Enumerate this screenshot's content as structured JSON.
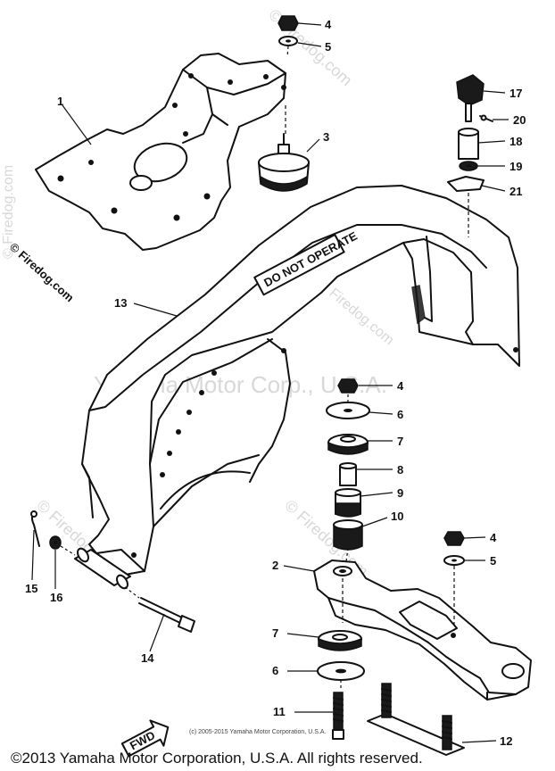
{
  "watermarks": {
    "diag_top": "© Firedog.com",
    "left_vertical": "© Firedog.com",
    "center": "Yamaha Motor Corp., U.S.A.",
    "lower_left": "© Firedog.com",
    "lower_right": "© Firedog.com",
    "mid_right": "Firedog.com"
  },
  "decal_text": "DO NOT OPERATE",
  "fwd_text": "FWD",
  "small_copyright": "(c) 2005-2015 Yamaha Motor Corporation, U.S.A.",
  "footer_copyright": "©2013 Yamaha Motor Corporation, U.S.A. All rights reserved.",
  "callouts": [
    {
      "id": "c1",
      "label": "1"
    },
    {
      "id": "c2",
      "label": "2"
    },
    {
      "id": "c3",
      "label": "3"
    },
    {
      "id": "c4a",
      "label": "4"
    },
    {
      "id": "c5a",
      "label": "5"
    },
    {
      "id": "c4b",
      "label": "4"
    },
    {
      "id": "c6a",
      "label": "6"
    },
    {
      "id": "c7a",
      "label": "7"
    },
    {
      "id": "c8",
      "label": "8"
    },
    {
      "id": "c9",
      "label": "9"
    },
    {
      "id": "c10",
      "label": "10"
    },
    {
      "id": "c4c",
      "label": "4"
    },
    {
      "id": "c5b",
      "label": "5"
    },
    {
      "id": "c7b",
      "label": "7"
    },
    {
      "id": "c6b",
      "label": "6"
    },
    {
      "id": "c11",
      "label": "11"
    },
    {
      "id": "c12",
      "label": "12"
    },
    {
      "id": "c13",
      "label": "13"
    },
    {
      "id": "c14",
      "label": "14"
    },
    {
      "id": "c15",
      "label": "15"
    },
    {
      "id": "c16",
      "label": "16"
    },
    {
      "id": "c17",
      "label": "17"
    },
    {
      "id": "c18",
      "label": "18"
    },
    {
      "id": "c19",
      "label": "19"
    },
    {
      "id": "c20",
      "label": "20"
    },
    {
      "id": "c21",
      "label": "21"
    }
  ]
}
